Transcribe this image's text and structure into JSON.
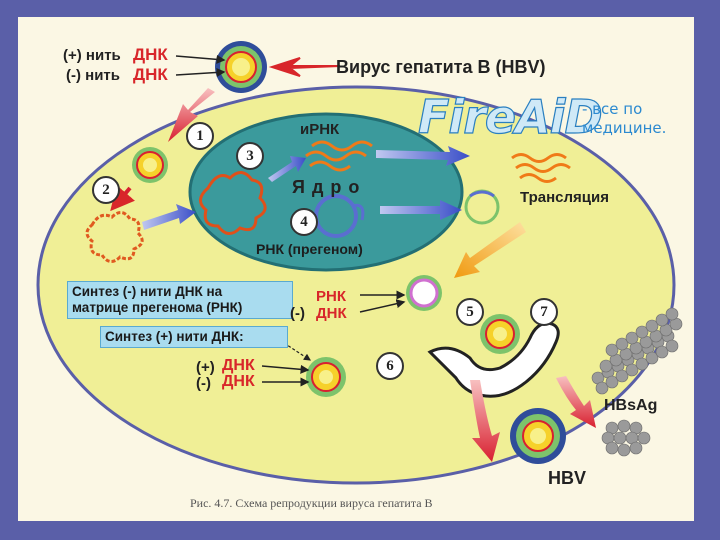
{
  "labels": {
    "plus_strand": "(+) нить",
    "minus_strand": "(-) нить",
    "dna": "ДНК",
    "virus_title": "Вирус гепатита В (HBV)",
    "mrna": "иРНК",
    "nucleus": "Ядро",
    "pregenome": "РНК (прегеном)",
    "translation": "Трансляция",
    "synthesis_minus": [
      "Синтез (-) нити ДНК на",
      "матрице прегенома (РНК)"
    ],
    "synthesis_plus": "Синтез (+) нити ДНК:",
    "rna": "РНК",
    "minus_sign": "(-)",
    "plus_sign": "(+)",
    "hbsag": "HBsAg",
    "hbv": "HBV",
    "caption": "Рис. 4.7. Схема репродукции вируса гепатита В"
  },
  "steps": [
    "1",
    "2",
    "3",
    "4",
    "5",
    "6",
    "7"
  ],
  "watermark": {
    "brand": "FireAiD",
    "slogan": [
      "- все по",
      "медицине."
    ]
  },
  "colors": {
    "slide_bg": "#5a5fa8",
    "cell": "#f0ef96",
    "nucleus": "#3a9b9b",
    "arrow_red": "#e0303a",
    "arrow_blue": "#5a6ed0",
    "arrow_orange": "#f0a020"
  }
}
